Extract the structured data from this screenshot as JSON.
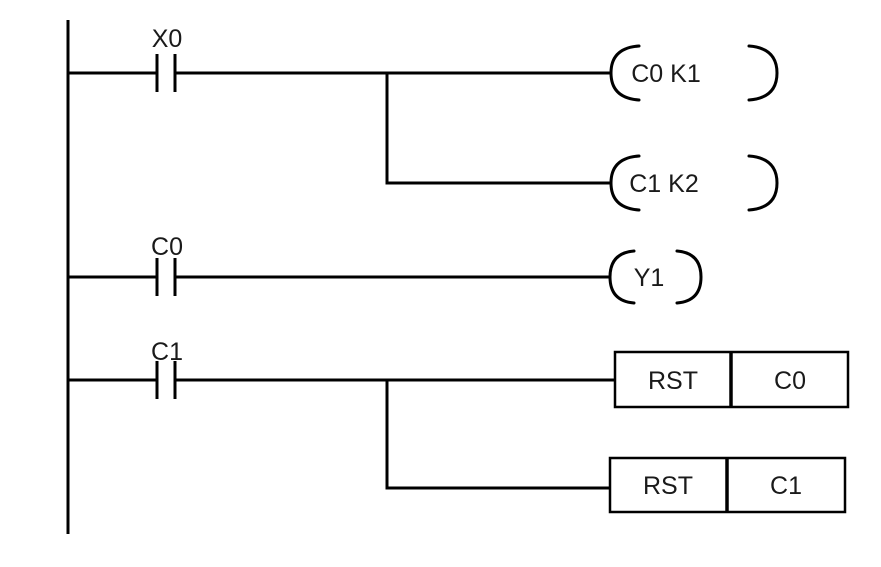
{
  "diagram": {
    "kind": "plc-ladder-logic",
    "background_color": "#ffffff",
    "line_color": "#000000",
    "text_color": "#1a1a1a",
    "rungs": [
      {
        "contact": {
          "label": "X0",
          "type": "normally-open"
        },
        "outputs": [
          {
            "type": "coil",
            "label": "C0 K1"
          },
          {
            "type": "coil",
            "label": "C1 K2"
          }
        ]
      },
      {
        "contact": {
          "label": "C0",
          "type": "normally-open"
        },
        "outputs": [
          {
            "type": "coil",
            "label": "Y1"
          }
        ]
      },
      {
        "contact": {
          "label": "C1",
          "type": "normally-open"
        },
        "outputs": [
          {
            "type": "instruction-box",
            "op": "RST",
            "operand": "C0"
          },
          {
            "type": "instruction-box",
            "op": "RST",
            "operand": "C1"
          }
        ]
      }
    ]
  }
}
